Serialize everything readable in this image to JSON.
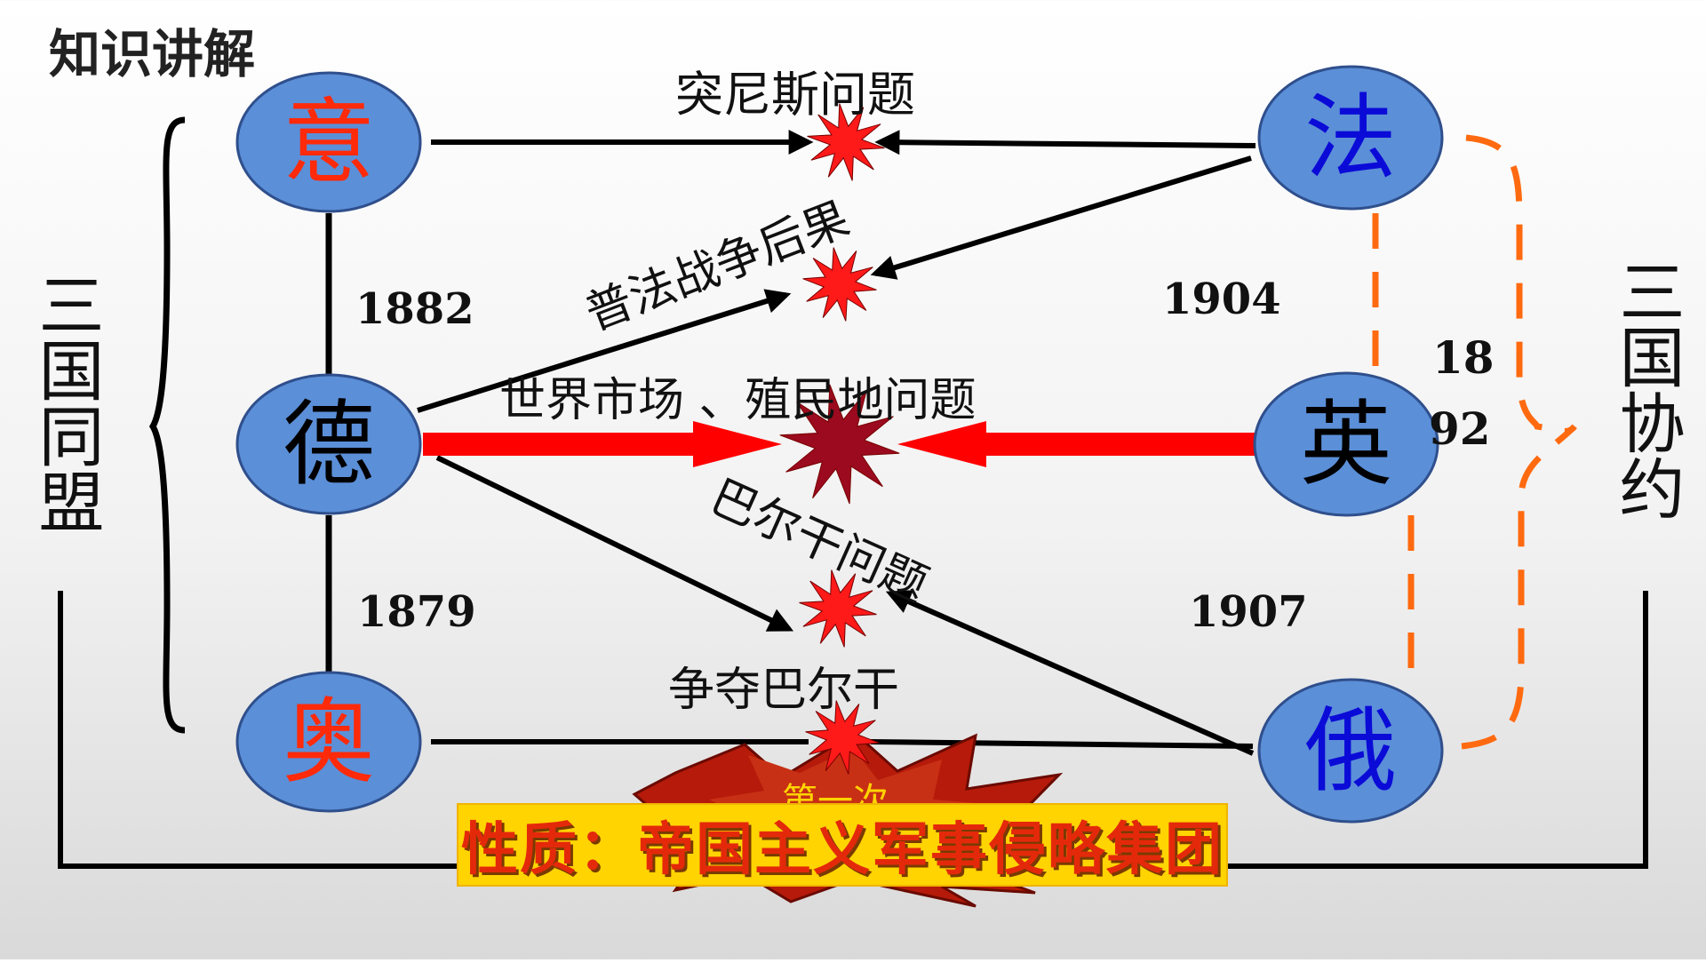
{
  "header": {
    "title": "知识讲解"
  },
  "groups": {
    "alliance": "三国同盟",
    "entente": "三国协约"
  },
  "countries": [
    {
      "id": "italy",
      "label": "意",
      "color": "#ff2a0a"
    },
    {
      "id": "germany",
      "label": "德",
      "color": "#000000"
    },
    {
      "id": "austria",
      "label": "奥",
      "color": "#ff2a0a"
    },
    {
      "id": "france",
      "label": "法",
      "color": "#0b0bd8"
    },
    {
      "id": "britain",
      "label": "英",
      "color": "#000000"
    },
    {
      "id": "russia",
      "label": "俄",
      "color": "#0b0bd8"
    }
  ],
  "conflicts": {
    "tunisia": "突尼斯问题",
    "franco_prussian": "普法战争后果",
    "market": "世界市场 、殖民地问题",
    "balkan": "巴尔干问题",
    "balkan_contest": "争夺巴尔干"
  },
  "years": {
    "y1882": "1882",
    "y1879": "1879",
    "y1904": "1904",
    "y1907": "1907",
    "y1892a": "18",
    "y1892b": "92"
  },
  "banner": {
    "nature": "性质：帝国主义军事侵略集团",
    "hidden_text": "第一次"
  },
  "colors": {
    "node_fill": "#5b8fd8",
    "node_stroke": "#2f4f8c",
    "arrow_red": "#ff0000",
    "orange_dash": "#ff6a10",
    "banner_fill": "#ffd400",
    "banner_text": "#e4290b",
    "star_red": "#ff1a1a",
    "star_dark": "#9b0a1e"
  }
}
